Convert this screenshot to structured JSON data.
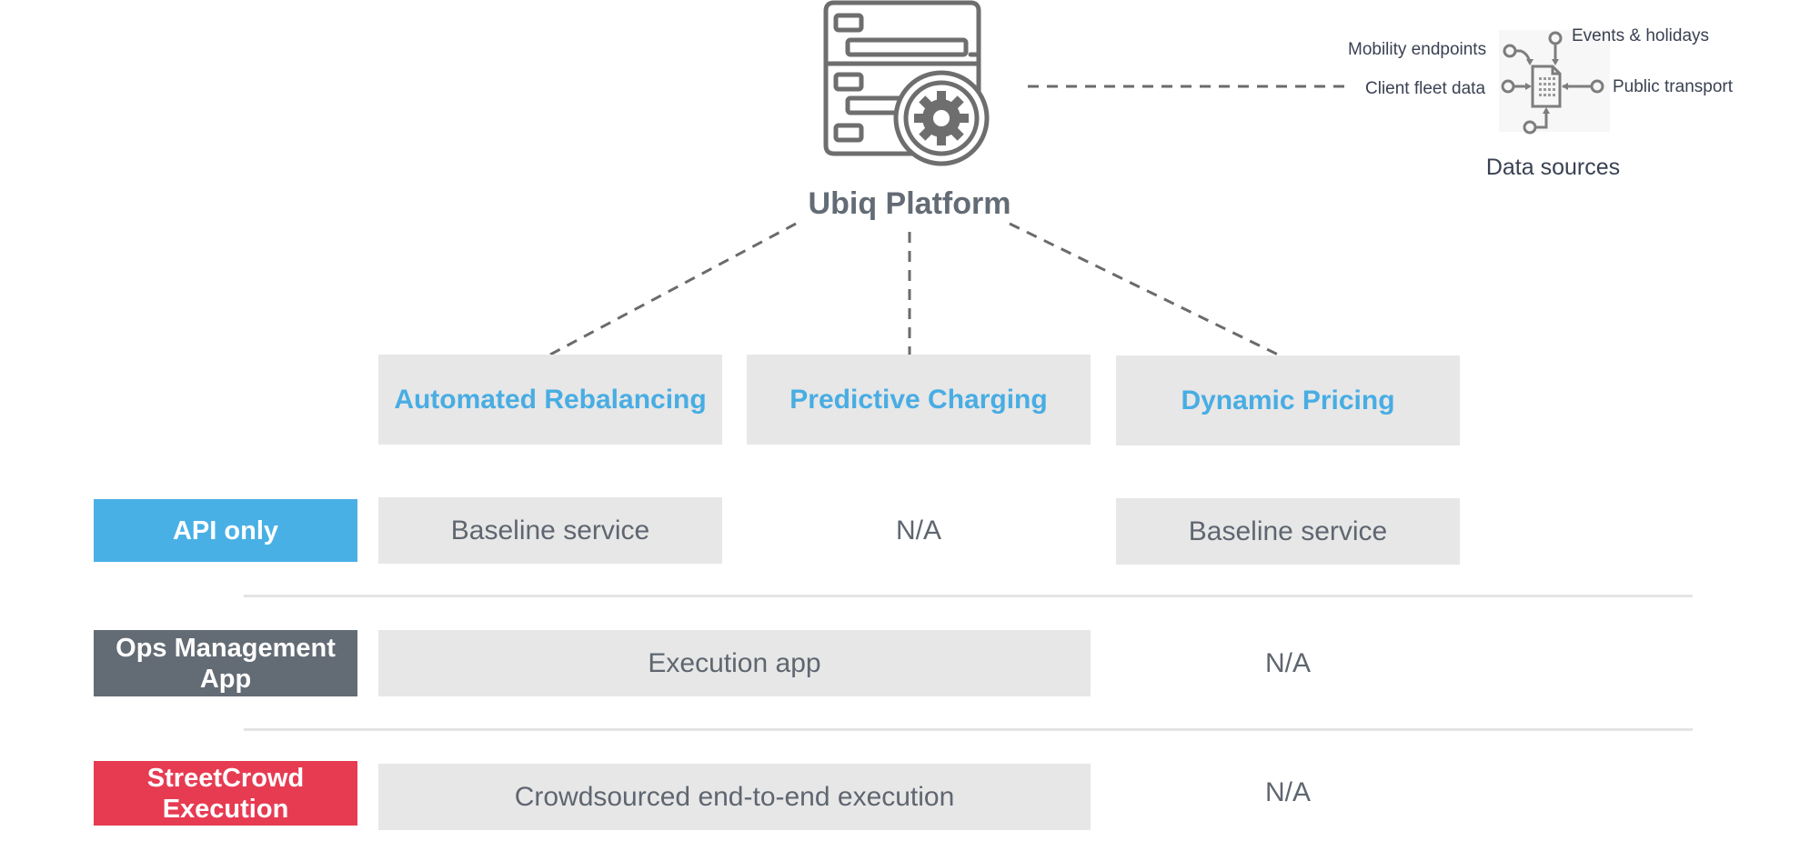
{
  "platform": {
    "title": "Ubiq Platform",
    "icon": "server-gear-icon"
  },
  "data_sources": {
    "title": "Data sources",
    "icon": "data-hub-icon",
    "inputs": {
      "mobility_endpoints": "Mobility endpoints",
      "events_holidays": "Events & holidays",
      "client_fleet_data": "Client fleet data",
      "public_transport": "Public transport"
    }
  },
  "features": [
    "Automated Rebalancing",
    "Predictive Charging",
    "Dynamic Pricing"
  ],
  "tiers": [
    {
      "label": "API only",
      "color": "#49b0e6",
      "cells": [
        "Baseline service",
        "N/A",
        "Baseline service"
      ]
    },
    {
      "label": "Ops Management App",
      "color": "#636b74",
      "cells": [
        "Execution app",
        "N/A"
      ]
    },
    {
      "label": "StreetCrowd Execution",
      "color": "#e73b52",
      "cells": [
        "Crowdsourced end-to-end execution",
        "N/A"
      ]
    }
  ],
  "colors": {
    "feature_text": "#48ade3",
    "cell_background": "#e7e7e7",
    "cell_text": "#5f6670",
    "connector": "#6b6b6b",
    "icon_stroke": "#6e6e6e"
  }
}
